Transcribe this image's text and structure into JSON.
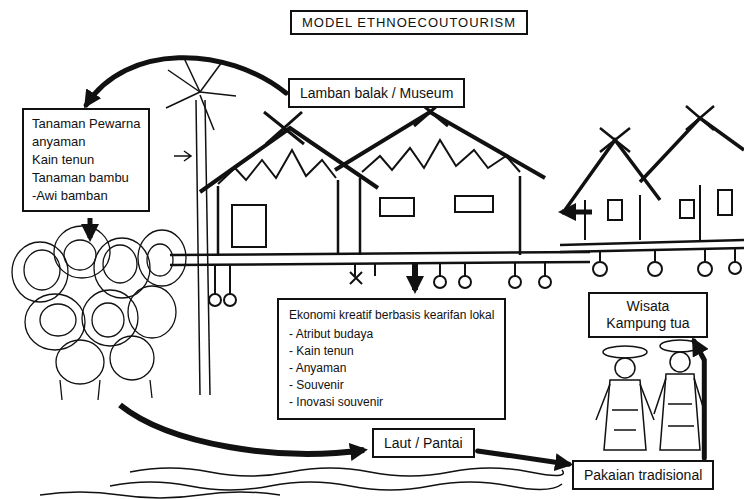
{
  "diagram": {
    "title": "MODEL ETHNOECOUTOURISM",
    "nodes": [
      {
        "text": [
          "Lamban balak / Museum"
        ]
      },
      {
        "text": [
          "Tanaman Pewarna",
          "anyaman",
          "Kain tenun",
          "Tanaman bambu",
          "-Awi bamban"
        ]
      },
      {
        "text": [
          "Ekonomi kreatif berbasis kearifan lokal",
          "- Atribut budaya",
          "- Kain tenun",
          "- Anyaman",
          "- Souvenir",
          "- Inovasi souvenir"
        ]
      },
      {
        "text": [
          "Wisata Kampung tua"
        ]
      },
      {
        "text": [
          "Laut / Pantai"
        ]
      },
      {
        "text": [
          "Pakaian tradisional"
        ]
      }
    ],
    "edges": [
      {
        "from": 0,
        "to": 1,
        "arrow": "to"
      },
      {
        "from": 4,
        "to": 5,
        "arrow": "to"
      },
      {
        "from": 5,
        "to": 3,
        "arrow": "to"
      }
    ]
  }
}
